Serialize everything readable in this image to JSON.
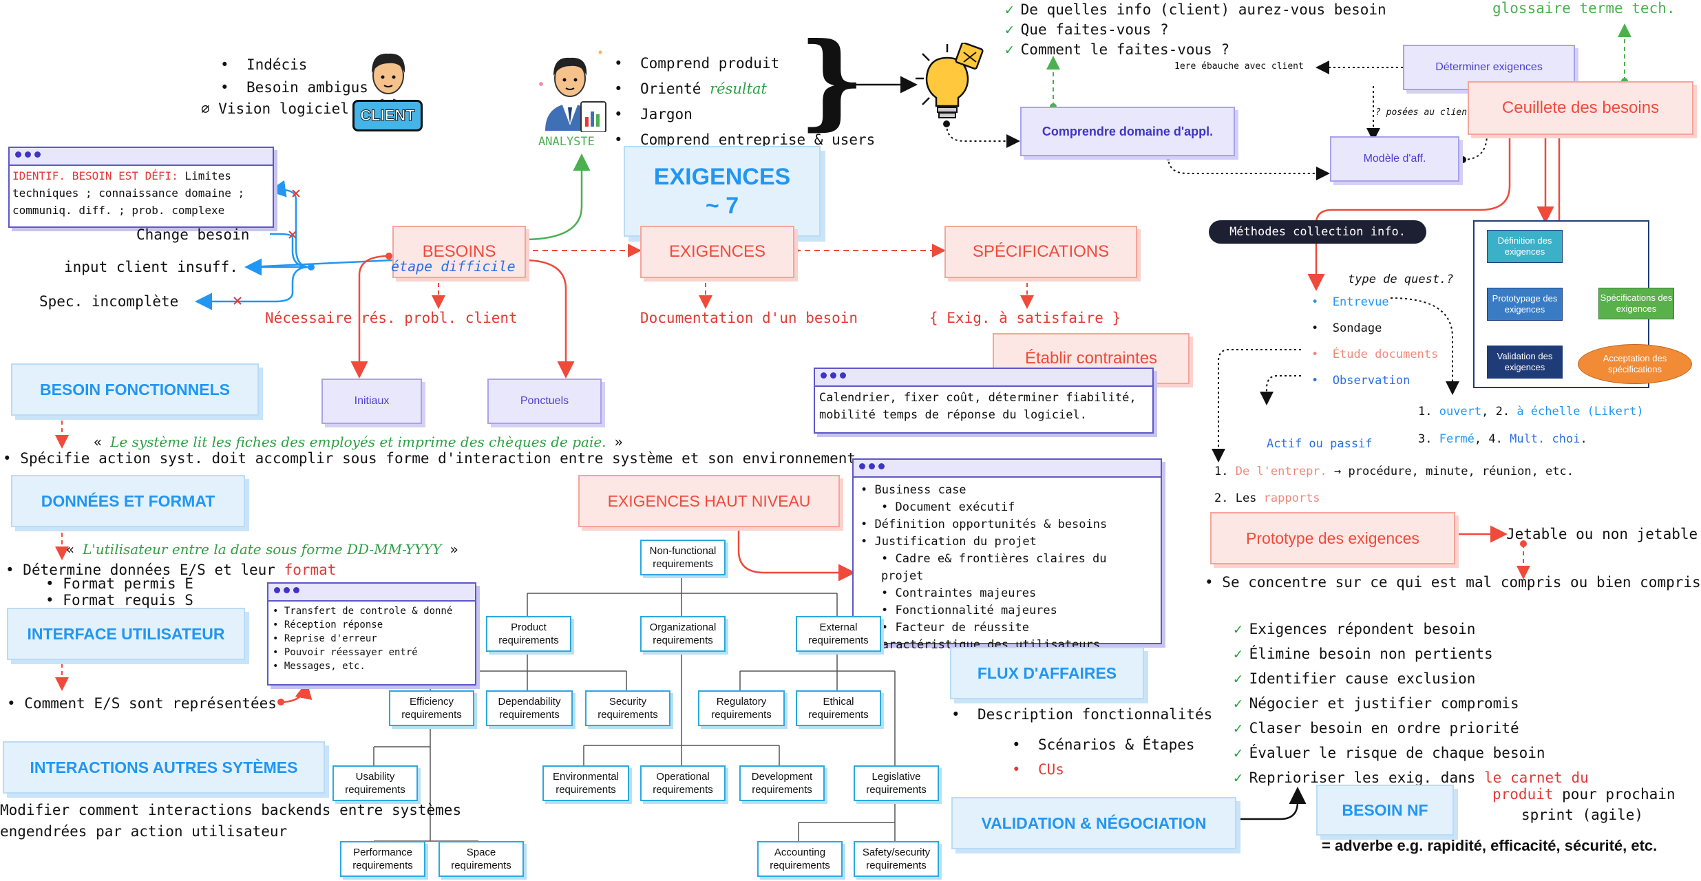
{
  "client": {
    "bullets": [
      "Indécis",
      "Besoin ambigus"
    ],
    "vision": "∅ Vision logiciel",
    "badge": "CLIENT"
  },
  "analyste": {
    "label": "ANALYSTE",
    "bullets_plain": [
      "Comprend produit",
      "Orienté ",
      "Jargon",
      "Comprend entreprise & users"
    ],
    "resultat": "résultat"
  },
  "questions": [
    "De quelles info (client) aurez-vous besoin",
    "Que faites-vous ?",
    "Comment le faites-vous ?"
  ],
  "glossaire": "glossaire terme tech.",
  "determiner": "Déterminer exigences",
  "ebauche": "1ere ébauche avec client",
  "poses": "? posées au client",
  "cueillette": "Ceuillete des besoins",
  "comprendre": "Comprendre domaine d'appl.",
  "modele": "Modèle d'aff.",
  "methodes": "Méthodes collection info.",
  "exigences_title": "EXIGENCES",
  "exigences_num": "~ 7",
  "identif": {
    "title": "IDENTIF. BESOIN EST DÉFI:",
    "text": " Limites techniques ; connaissance domaine ; communiq. diff. ; prob. complexe"
  },
  "change_besoin": "Change besoin",
  "input_client": "input client insuff.",
  "spec_incomplete": "Spec. incomplète",
  "besoins": "BESOINS",
  "etape_difficile": "étape difficile",
  "exigences_box": "EXIGENCES",
  "specifications": "SPÉCIFICATIONS",
  "necessaire": "Nécessaire rés. probl. client",
  "documentation": "Documentation d'un besoin",
  "exig_satisfaire": "{ Exig. à satisfaire }",
  "initiaux": "Initiaux",
  "ponctuels": "Ponctuels",
  "etablir": "Établir contraintes",
  "calendrier": "Calendrier, fixer coût, déterminer fiabilité, mobilité temps de réponse du logiciel.",
  "besoin_fonctionnels": "BESOIN FONCTIONNELS",
  "quote1": "Le système lit les fiches des employés et imprime des chèques de paie.",
  "specifie": "Spécifie action syst. doit accomplir sous forme d'interaction entre système et son environnement",
  "donnees": "DONNÉES ET FORMAT",
  "quote2": "L'utilisateur entre la date sous forme DD-MM-YYYY",
  "determine": "Détermine données E/S et leur ",
  "format": "format",
  "formats": [
    "Format permis E",
    "Format requis S"
  ],
  "interface": "INTERFACE UTILISATEUR",
  "comment_es": "Comment E/S sont représentées",
  "transfert_items": [
    "Transfert de controle & donné",
    "Réception réponse",
    "Reprise d'erreur",
    "Pouvoir réessayer entré",
    "Messages, etc."
  ],
  "interactions": "INTERACTIONS AUTRES SYTÈMES",
  "modifier": [
    "Modifier comment interactions backends entre systèmes",
    "engendrées par action utilisateur"
  ],
  "haut_niveau": "EXIGENCES HAUT NIVEAU",
  "business_items": [
    "Business case",
    "Document exécutif",
    "Définition opportunités & besoins",
    "Justification du projet",
    "Cadre e& frontières claires du projet",
    "Contraintes majeures",
    "Fonctionnalité majeures",
    "Facteur de réussite",
    "Caractéristique des utilisateurs"
  ],
  "org": {
    "root": "Non-functional requirements",
    "product": "Product requirements",
    "organizational": "Organizational requirements",
    "external": "External requirements",
    "efficiency": "Efficiency requirements",
    "dependability": "Dependability requirements",
    "security": "Security requirements",
    "regulatory": "Regulatory requirements",
    "ethical": "Ethical requirements",
    "usability": "Usability requirements",
    "environmental": "Environmental requirements",
    "operational": "Operational requirements",
    "development": "Development requirements",
    "legislative": "Legislative requirements",
    "performance": "Performance requirements",
    "space": "Space requirements",
    "accounting": "Accounting requirements",
    "safety": "Safety/security requirements"
  },
  "flux": "FLUX D'AFFAIRES",
  "description": "Description fonctionnalités",
  "scenarios": "Scénarios & Étapes",
  "cus": "CUs",
  "validation": "VALIDATION & NÉGOCIATION",
  "methods": {
    "type_quest": "type de quest.?",
    "entrevue": "Entrevue",
    "sondage": "Sondage",
    "etude": "Étude documents",
    "observation": "Observation",
    "actif": "Actif ou passif",
    "q_line1": [
      "1. ",
      "ouvert",
      ", 2. ",
      "à échelle (Likert)"
    ],
    "q_line2": [
      "3. ",
      "Fermé",
      ", 4. ",
      "Mult. choi",
      "."
    ],
    "entrepr": [
      "1. ",
      "De l'entrepr.",
      " → procédure, minute, réunion, etc."
    ],
    "rapports": [
      "2. Les ",
      "rapports"
    ]
  },
  "cycle": {
    "definition": "Définition des exigences",
    "prototypage": "Prototypage des exigences",
    "validation": "Validation des exigences",
    "specifications": "Spécifications des exigences",
    "acceptation": "Acceptation des spécifications"
  },
  "prototype": "Prototype des exigences",
  "jetable": "Jetable ou non jetable",
  "concentre": "Se concentre sur ce qui est mal compris ou bien compris",
  "checks": [
    "Exigences répondent besoin",
    "Élimine besoin non pertients",
    "Identifier cause exclusion",
    "Négocier et justifier compromis",
    "Claser besoin en ordre priorité",
    "Évaluer le risque de chaque besoin"
  ],
  "reprioriser": "Reprioriser les exig. dans ",
  "carnet1": "le carnet du",
  "carnet2": "produit",
  "pour_prochain": " pour prochain",
  "sprint": "sprint (agile)",
  "besoin_nf": "BESOIN NF",
  "adverbe": "= adverbe e.g. rapidité, efficacité, sécurité, etc."
}
